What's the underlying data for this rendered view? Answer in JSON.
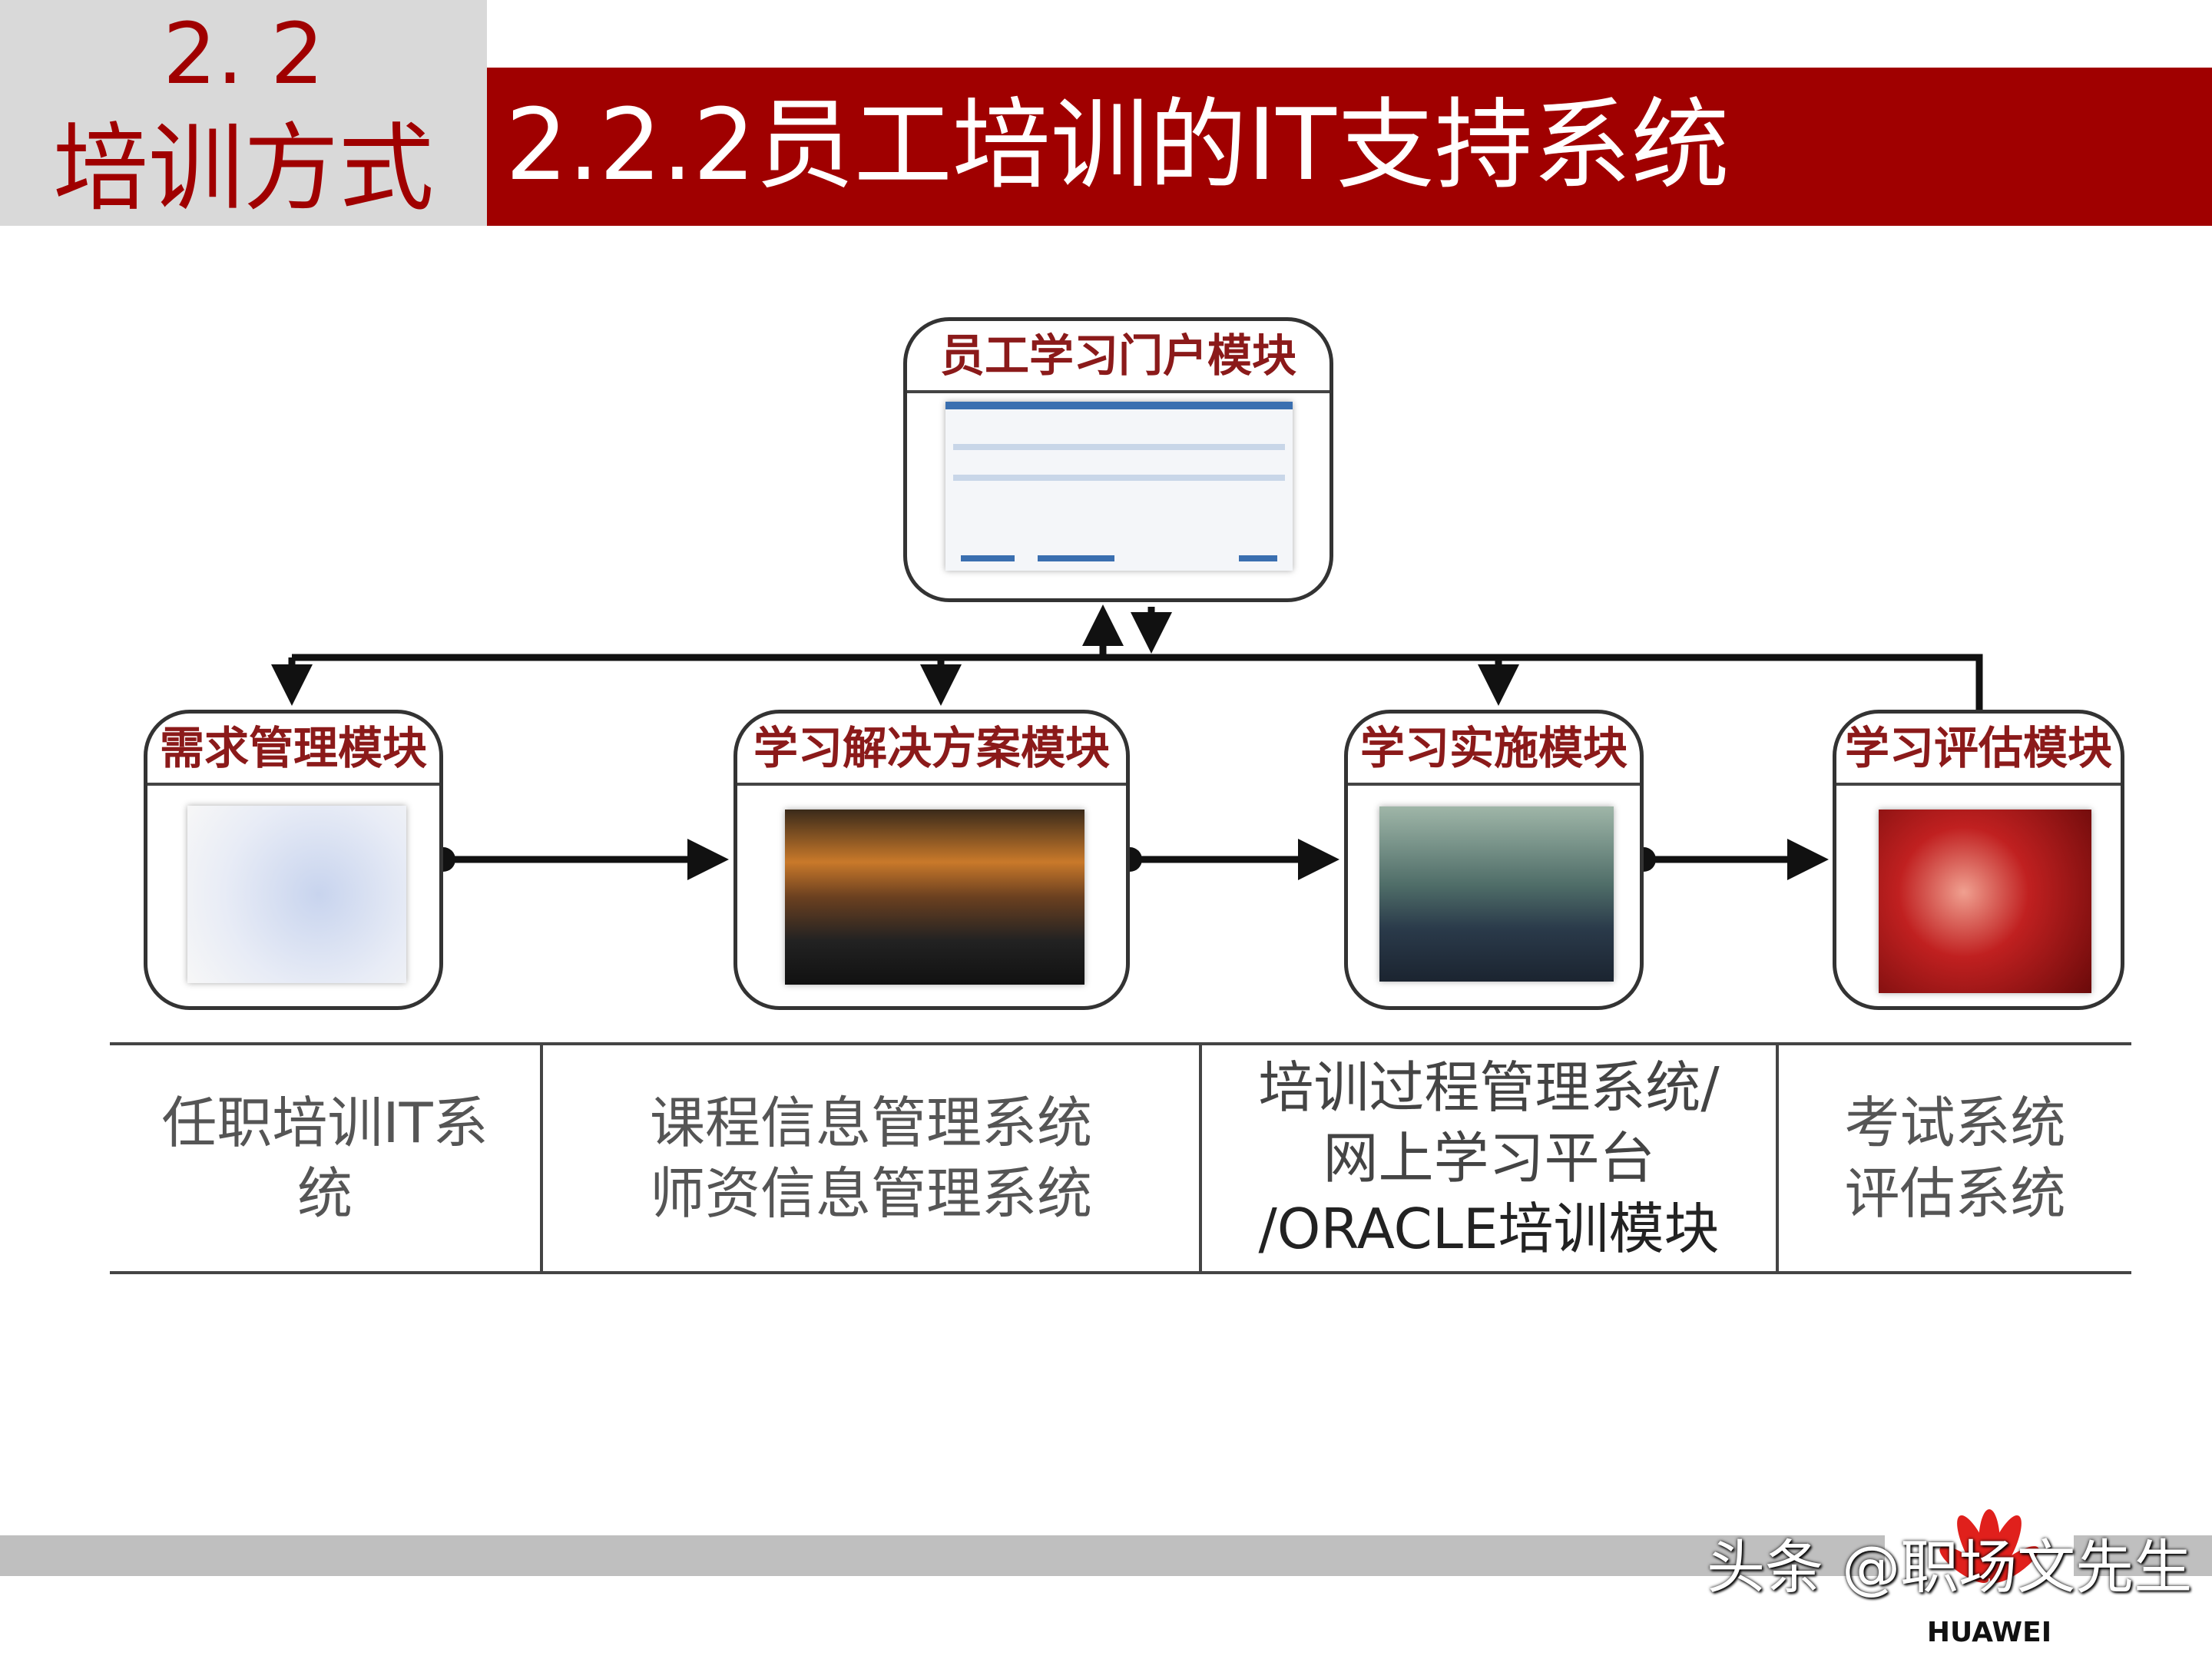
{
  "section": {
    "number": "2. 2",
    "name": "培训方式"
  },
  "title": "2.2.2员工培训的IT支持系统",
  "diagram": {
    "portal": {
      "label": "员工学习门户模块"
    },
    "modules": [
      {
        "label": "需求管理模块"
      },
      {
        "label": "学习解决方案模块"
      },
      {
        "label": "学习实施模块"
      },
      {
        "label": "学习评估模块"
      }
    ]
  },
  "systems": [
    {
      "lines": [
        "任职培训IT系",
        "统"
      ]
    },
    {
      "lines": [
        "课程信息管理系统",
        "师资信息管理系统"
      ]
    },
    {
      "lines": [
        "培训过程管理系统/",
        "网上学习平台",
        "/ORACLE培训模块"
      ]
    },
    {
      "lines": [
        "考试系统",
        "评估系统"
      ]
    }
  ],
  "footer": {
    "watermark": "头条 @职场文先生",
    "logo_text": "HUAWEI"
  },
  "colors": {
    "accent": "#a00000",
    "header_gray": "#d9d9d9",
    "footer_gray": "#bfbfbf"
  }
}
